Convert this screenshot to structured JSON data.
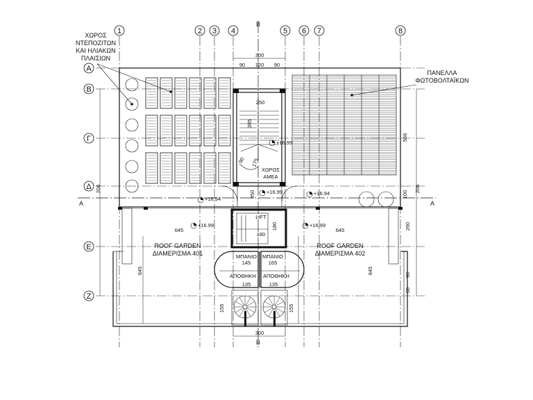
{
  "grid": {
    "columns": [
      "1",
      "2",
      "3",
      "4",
      "5",
      "6",
      "7",
      "8"
    ],
    "rows": [
      "A",
      "B",
      "Γ",
      "Δ",
      "E",
      "Z"
    ]
  },
  "section_marks": {
    "vertical": "B",
    "horizontal": "A"
  },
  "labels": {
    "storage_area": [
      "ΧΩΡΟΣ",
      "ΝΤΕΠΟΖΙΤΩΝ",
      "ΚΑΙ ΗΛΙΑΚΩΝ",
      "ΠΛΑΙΣΙΩΝ"
    ],
    "pv_panels": [
      "ΠΑΝΕΛΛΑ",
      "ΦΩΤΟΒΟΛΤΑΪΚΩΝ"
    ],
    "mech_room": [
      "ΧΩΡΟΣ",
      "ΑΜΕΑ"
    ],
    "lift": "LIFT",
    "roof_garden_left": [
      "ROOF GARDEN",
      "ΔΙΑΜΕΡΙΣΜΑ 401"
    ],
    "roof_garden_right": [
      "ROOF GARDEN",
      "ΔΙΑΜΕΡΙΣΜΑ 402"
    ],
    "bath_left": "ΜΠΑΝΙΟ",
    "bath_right": "ΜΠΑΝΙΟ",
    "storage_left": "ΑΠΟΘΗΚΗ",
    "storage_right": "ΑΠΟΘΗΚΗ"
  },
  "levels": {
    "l1": "+16.94",
    "l2": "+16.99",
    "l3": "+16.94",
    "l4": "+16.99",
    "l5": "+16.99",
    "l6": "+16.99"
  },
  "dims": {
    "top_total": "300",
    "top_left": "90",
    "top_mid": "120",
    "top_right": "90",
    "bottom_total": "300",
    "stair_250": "250",
    "stair_395": "395",
    "d_175": "175",
    "d_90": "90",
    "d_450": "450",
    "d_180_h": "180",
    "d_180_v": "180",
    "left_645": "645",
    "right_645": "645",
    "left_v645": "645",
    "right_v645": "645",
    "d_145": "145",
    "d_165": "165",
    "d_135_l": "135",
    "d_135_r": "135",
    "d_155_l": "155",
    "d_155_r": "155",
    "right_566": "566",
    "right_100": "100",
    "right_290": "290",
    "right_90": "90",
    "right_60": "60",
    "left_206": "206",
    "right_206": "206"
  }
}
